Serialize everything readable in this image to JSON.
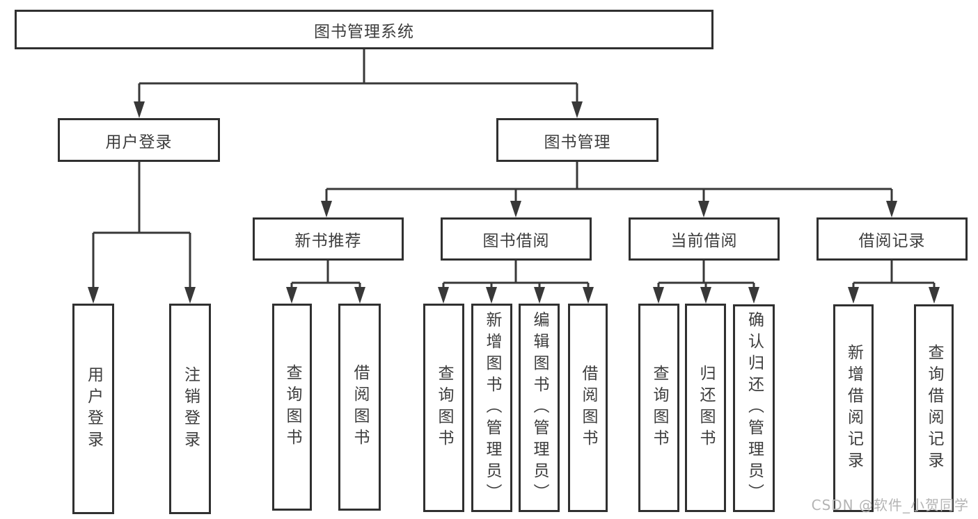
{
  "colors": {
    "line": "#383838",
    "border": "#303030",
    "text": "#3d3d3d",
    "watermark": "#b4b4b4",
    "background": "#ffffff"
  },
  "watermark": {
    "text": "CSDN @软件_小贺同学"
  },
  "tree": {
    "root": {
      "label": "图书管理系统"
    },
    "branches": [
      {
        "label": "用户登录",
        "children": [
          {
            "label": "用户登录"
          },
          {
            "label": "注销登录"
          }
        ]
      },
      {
        "label": "图书管理",
        "children": [
          {
            "label": "新书推荐",
            "children": [
              {
                "label": "查询图书"
              },
              {
                "label": "借阅图书"
              }
            ]
          },
          {
            "label": "图书借阅",
            "children": [
              {
                "label": "查询图书"
              },
              {
                "label": "新增图书（管理员）"
              },
              {
                "label": "编辑图书（管理员）"
              },
              {
                "label": "借阅图书"
              }
            ]
          },
          {
            "label": "当前借阅",
            "children": [
              {
                "label": "查询图书"
              },
              {
                "label": "归还图书"
              },
              {
                "label": "确认归还（管理员）"
              }
            ]
          },
          {
            "label": "借阅记录",
            "children": [
              {
                "label": "新增借阅记录"
              },
              {
                "label": "查询借阅记录"
              }
            ]
          }
        ]
      }
    ]
  }
}
